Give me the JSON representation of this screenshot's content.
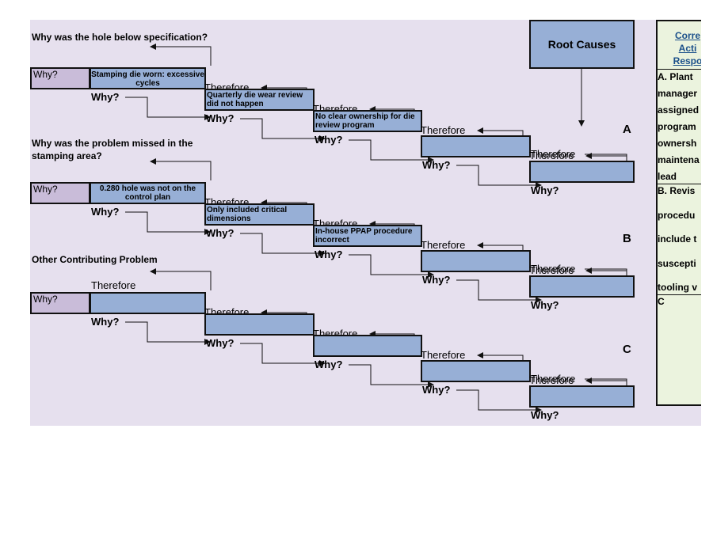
{
  "root_causes_label": "Root Causes",
  "therefore_label": "Therefore",
  "why_label": "Why?",
  "rows": [
    {
      "question": "Why was the hole below specification?",
      "letter": "A",
      "boxes": [
        "Stamping die worn: excessive cycles",
        "Quarterly die wear review did not happen",
        "No clear ownership for die review program",
        "",
        ""
      ]
    },
    {
      "question": "Why was the problem missed in the stamping area?",
      "letter": "B",
      "boxes": [
        "0.280 hole was not on the control plan",
        "Only included critical dimensions",
        "In-house PPAP procedure incorrect",
        "",
        ""
      ]
    },
    {
      "question": "Other Contributing Problem",
      "letter": "C",
      "boxes": [
        "",
        "",
        "",
        "",
        ""
      ]
    }
  ],
  "actions": {
    "header": [
      "Corre",
      "Acti",
      "Respo"
    ],
    "lines": [
      "A. Plant",
      "manager",
      "assigned",
      "program",
      "ownersh",
      "maintena",
      "lead",
      "B.  Revis",
      "procedu",
      "include t",
      "suscepti",
      "tooling v",
      "C"
    ]
  }
}
